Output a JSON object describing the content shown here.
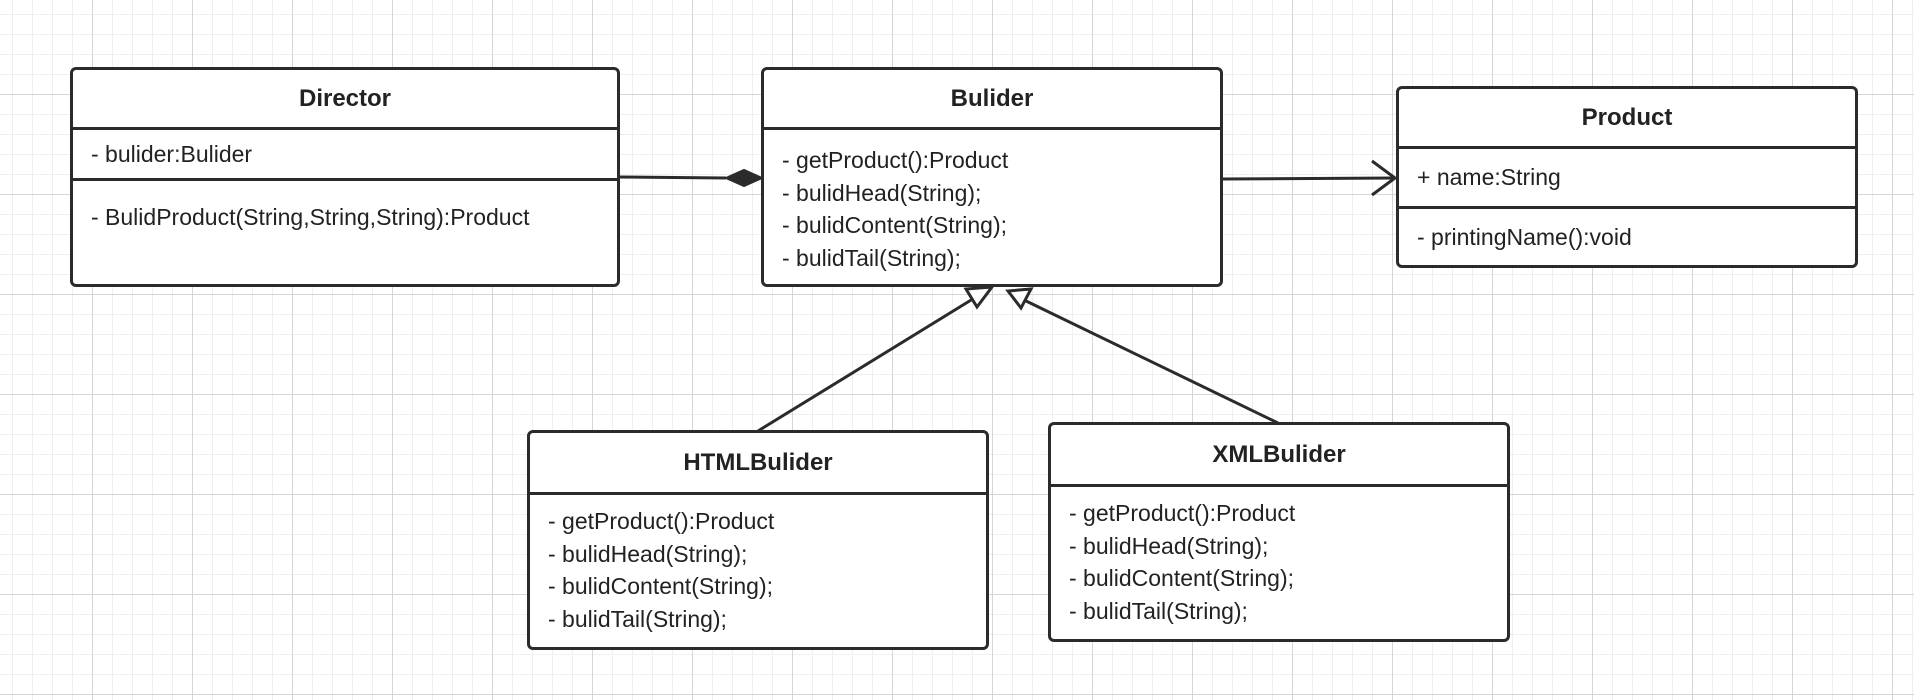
{
  "diagram": {
    "type": "uml-class",
    "classes": {
      "director": {
        "name": "Director",
        "attributes": [
          "- bulider:Bulider"
        ],
        "methods": [
          "- BulidProduct(String,String,String):Product"
        ]
      },
      "bulider": {
        "name": "Bulider",
        "attributes": [],
        "methods": [
          "- getProduct():Product",
          "- bulidHead(String);",
          "- bulidContent(String);",
          "- bulidTail(String);"
        ]
      },
      "product": {
        "name": "Product",
        "attributes": [
          "+ name:String"
        ],
        "methods": [
          "- printingName():void"
        ]
      },
      "htmlbulider": {
        "name": "HTMLBulider",
        "attributes": [],
        "methods": [
          "- getProduct():Product",
          "- bulidHead(String);",
          "- bulidContent(String);",
          "- bulidTail(String);"
        ]
      },
      "xmlbulider": {
        "name": "XMLBulider",
        "attributes": [],
        "methods": [
          "- getProduct():Product",
          "- bulidHead(String);",
          "- bulidContent(String);",
          "- bulidTail(String);"
        ]
      }
    },
    "relations": [
      {
        "from": "Director",
        "to": "Bulider",
        "kind": "composition"
      },
      {
        "from": "Bulider",
        "to": "Product",
        "kind": "association"
      },
      {
        "from": "HTMLBulider",
        "to": "Bulider",
        "kind": "generalization"
      },
      {
        "from": "XMLBulider",
        "to": "Bulider",
        "kind": "generalization"
      }
    ],
    "colors": {
      "stroke": "#2b2b2b",
      "grid": "#d6d6d6",
      "background": "#ffffff"
    }
  }
}
